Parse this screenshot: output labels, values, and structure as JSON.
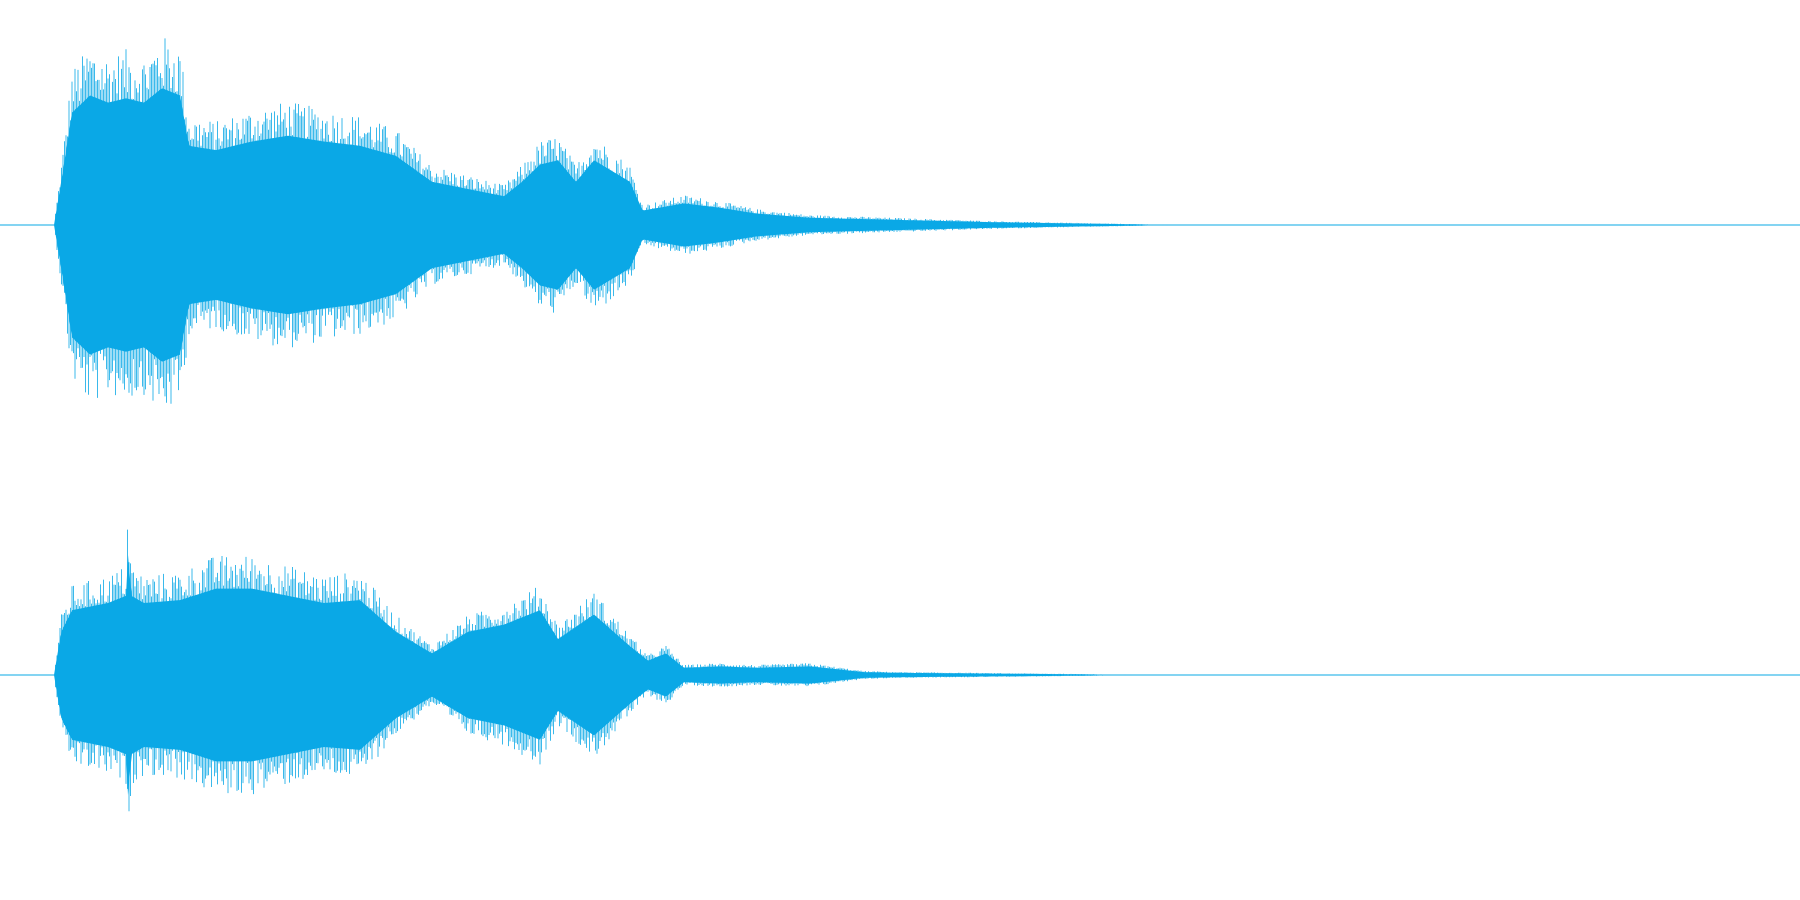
{
  "chart_data": {
    "type": "area",
    "title": "",
    "xlabel": "",
    "ylabel": "",
    "grid": false,
    "color": "#0AA8E6",
    "ylim": [
      -1,
      1
    ],
    "channels": [
      {
        "envelope": [
          [
            0.0,
            0.0
          ],
          [
            0.03,
            0.0
          ],
          [
            0.034,
            0.3
          ],
          [
            0.04,
            0.78
          ],
          [
            0.05,
            0.9
          ],
          [
            0.06,
            0.85
          ],
          [
            0.07,
            0.88
          ],
          [
            0.08,
            0.85
          ],
          [
            0.09,
            0.95
          ],
          [
            0.1,
            0.9
          ],
          [
            0.105,
            0.55
          ],
          [
            0.12,
            0.52
          ],
          [
            0.14,
            0.58
          ],
          [
            0.16,
            0.62
          ],
          [
            0.18,
            0.58
          ],
          [
            0.2,
            0.55
          ],
          [
            0.22,
            0.48
          ],
          [
            0.24,
            0.3
          ],
          [
            0.26,
            0.25
          ],
          [
            0.28,
            0.2
          ],
          [
            0.29,
            0.3
          ],
          [
            0.3,
            0.42
          ],
          [
            0.31,
            0.45
          ],
          [
            0.32,
            0.3
          ],
          [
            0.33,
            0.45
          ],
          [
            0.35,
            0.3
          ],
          [
            0.357,
            0.1
          ],
          [
            0.38,
            0.15
          ],
          [
            0.4,
            0.12
          ],
          [
            0.42,
            0.08
          ],
          [
            0.45,
            0.05
          ],
          [
            0.5,
            0.035
          ],
          [
            0.55,
            0.02
          ],
          [
            0.6,
            0.01
          ],
          [
            0.63,
            0.005
          ],
          [
            0.65,
            0.0
          ],
          [
            1.0,
            0.0
          ]
        ]
      },
      {
        "envelope": [
          [
            0.0,
            0.0
          ],
          [
            0.03,
            0.0
          ],
          [
            0.034,
            0.3
          ],
          [
            0.04,
            0.45
          ],
          [
            0.06,
            0.5
          ],
          [
            0.07,
            0.55
          ],
          [
            0.071,
            0.85
          ],
          [
            0.073,
            0.55
          ],
          [
            0.08,
            0.5
          ],
          [
            0.1,
            0.52
          ],
          [
            0.12,
            0.6
          ],
          [
            0.14,
            0.6
          ],
          [
            0.16,
            0.55
          ],
          [
            0.18,
            0.5
          ],
          [
            0.2,
            0.52
          ],
          [
            0.22,
            0.3
          ],
          [
            0.24,
            0.15
          ],
          [
            0.26,
            0.3
          ],
          [
            0.28,
            0.35
          ],
          [
            0.3,
            0.45
          ],
          [
            0.31,
            0.25
          ],
          [
            0.33,
            0.42
          ],
          [
            0.35,
            0.2
          ],
          [
            0.36,
            0.1
          ],
          [
            0.37,
            0.15
          ],
          [
            0.38,
            0.05
          ],
          [
            0.4,
            0.06
          ],
          [
            0.42,
            0.05
          ],
          [
            0.45,
            0.06
          ],
          [
            0.48,
            0.02
          ],
          [
            0.5,
            0.015
          ],
          [
            0.55,
            0.01
          ],
          [
            0.6,
            0.005
          ],
          [
            0.62,
            0.002
          ],
          [
            0.63,
            0.0
          ],
          [
            1.0,
            0.0
          ]
        ]
      }
    ]
  }
}
